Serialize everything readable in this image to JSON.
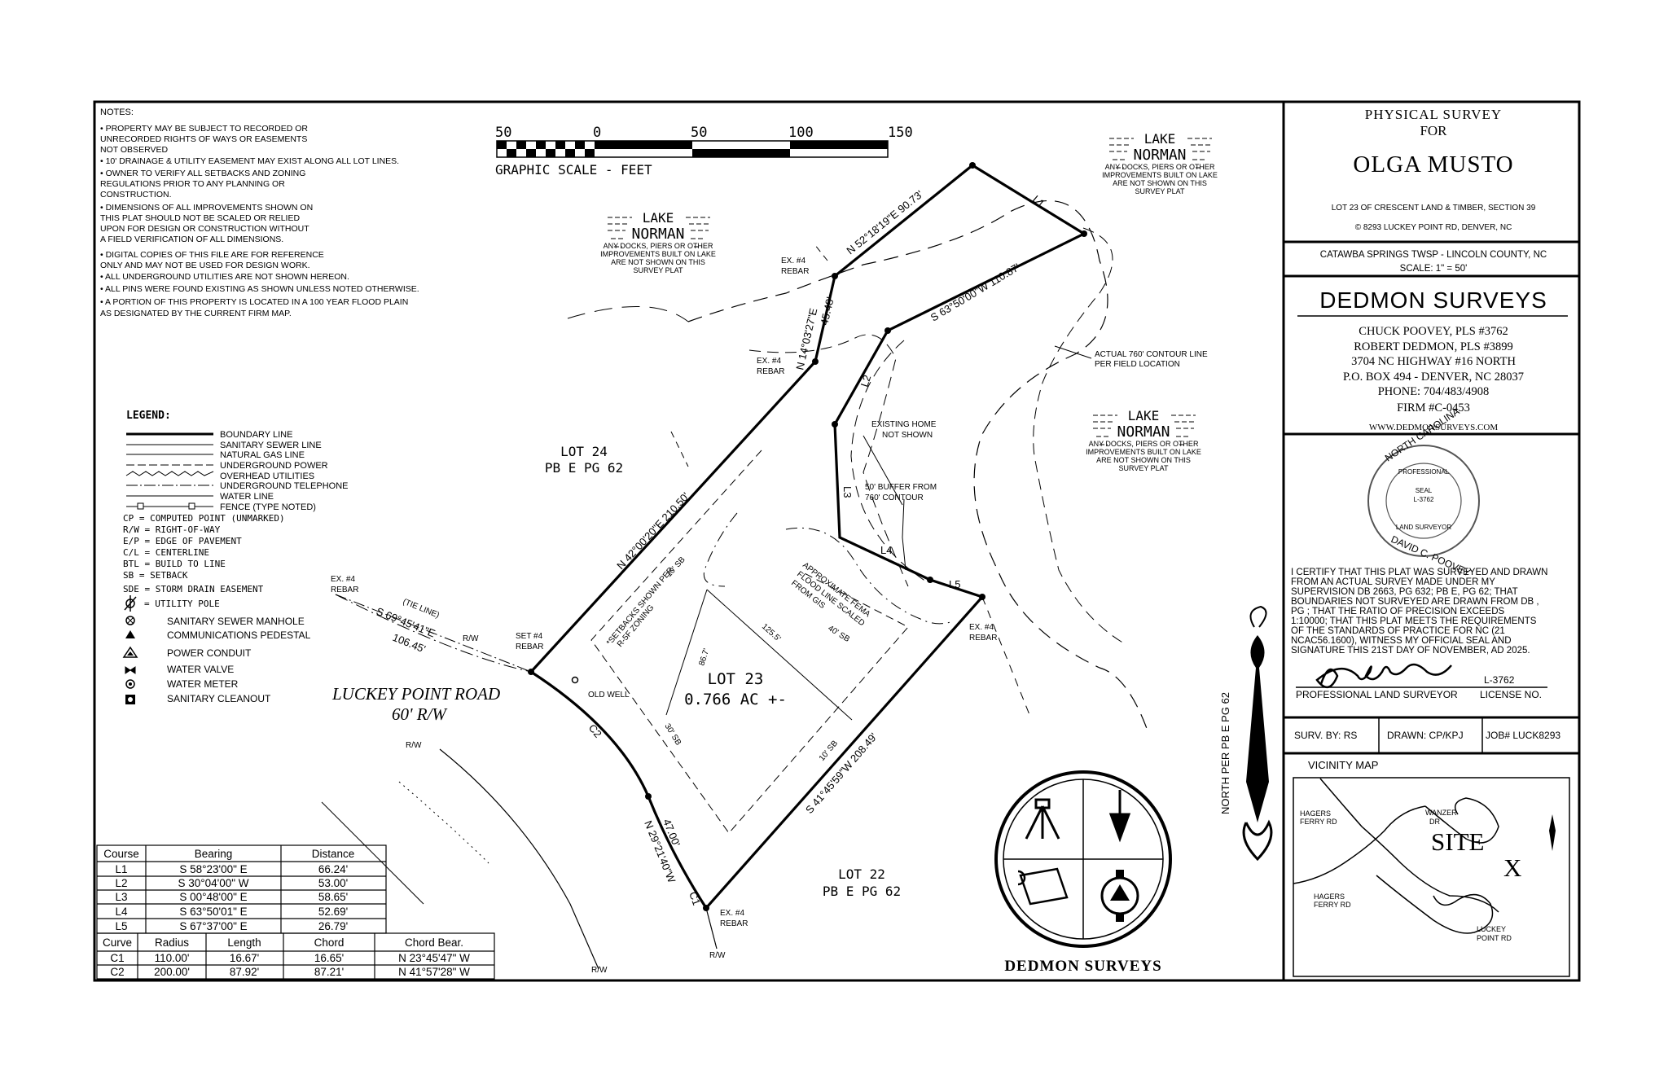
{
  "notes": {
    "heading": "NOTES:",
    "lines": [
      "•  PROPERTY MAY BE SUBJECT TO RECORDED OR",
      "   UNRECORDED RIGHTS OF WAYS OR EASEMENTS",
      "   NOT OBSERVED",
      "•  10' DRAINAGE & UTILITY EASEMENT MAY EXIST ALONG ALL LOT LINES.",
      "•  OWNER TO VERIFY ALL SETBACKS AND ZONING",
      "   REGULATIONS PRIOR TO ANY PLANNING OR",
      "   CONSTRUCTION.",
      "•  DIMENSIONS OF ALL IMPROVEMENTS SHOWN ON",
      "   THIS PLAT SHOULD NOT BE SCALED OR RELIED",
      "   UPON FOR DESIGN OR CONSTRUCTION WITHOUT",
      "   A FIELD VERIFICATION OF ALL DIMENSIONS.",
      "•  DIGITAL COPIES OF THIS FILE ARE FOR REFERENCE",
      "   ONLY AND MAY NOT BE USED FOR DESIGN WORK.",
      "•  ALL UNDERGROUND UTILITIES ARE NOT SHOWN HEREON.",
      "•  ALL PINS WERE FOUND EXISTING AS SHOWN UNLESS NOTED OTHERWISE.",
      "•  A PORTION OF THIS PROPERTY IS LOCATED IN A 100 YEAR FLOOD PLAIN",
      "   AS DESIGNATED BY THE CURRENT FIRM MAP."
    ]
  },
  "scale": {
    "ticks": [
      "50",
      "0",
      "50",
      "100",
      "150"
    ],
    "label": "GRAPHIC SCALE - FEET"
  },
  "legend": {
    "heading": "LEGEND:",
    "lines": [
      "BOUNDARY LINE",
      "SANITARY SEWER LINE",
      "NATURAL GAS LINE",
      "UNDERGROUND POWER",
      "OVERHEAD UTILITIES",
      "UNDERGROUND TELEPHONE",
      "WATER LINE",
      "FENCE (TYPE NOTED)"
    ],
    "abbrevs": [
      "CP  =  COMPUTED POINT (UNMARKED)",
      "R/W =  RIGHT-OF-WAY",
      "E/P =  EDGE OF PAVEMENT",
      "C/L =  CENTERLINE",
      "BTL =  BUILD TO LINE",
      "SB  =  SETBACK",
      "SDE =  STORM DRAIN EASEMENT",
      "=  UTILITY POLE"
    ],
    "symbols": [
      "SANITARY SEWER MANHOLE",
      "COMMUNICATIONS PEDESTAL",
      "POWER CONDUIT",
      "WATER VALVE",
      "WATER METER",
      "SANITARY CLEANOUT"
    ]
  },
  "lake": {
    "title1": "LAKE",
    "title2": "NORMAN",
    "note": [
      "ANY DOCKS, PIERS OR OTHER",
      "IMPROVEMENTS BUILT ON LAKE",
      "ARE NOT SHOWN ON THIS",
      "SURVEY PLAT"
    ]
  },
  "plat": {
    "lot23": "LOT 23",
    "area": "0.766 AC +-",
    "lot24": [
      "LOT 24",
      "PB E PG 62"
    ],
    "lot22": [
      "LOT 22",
      "PB E PG 62"
    ],
    "road": [
      "LUCKEY POINT ROAD",
      "60' R/W"
    ],
    "calls": {
      "n52": "N 52°18'19\"E 90.73'",
      "s63": "S 63°50'00\"W 110.87'",
      "n14": "N 14°03'27\"E",
      "d4548": "45.48'",
      "n42": "N 42°00'20\"E 210.50'",
      "s41": "S 41°45'59\"W 208.49'",
      "n29": "N 29°21'40\"W",
      "d47": "47.00'",
      "tieline": "(TIE LINE)",
      "s69": "S 69°45'41\"E",
      "d106": "106.45'",
      "l1": "L1",
      "l2": "L2",
      "l3": "L3",
      "l4": "L4",
      "l5": "L5",
      "c1": "C1",
      "c2": "C2"
    },
    "labels": {
      "exrebar": "EX. #4",
      "rebar": "REBAR",
      "setrebar": "SET #4",
      "oldwell": "OLD WELL",
      "rw": "R/W",
      "existhome": [
        "EXISTING HOME",
        "NOT SHOWN"
      ],
      "buffer": [
        "50' BUFFER FROM",
        "760' CONTOUR"
      ],
      "contour": [
        "ACTUAL 760' CONTOUR LINE",
        "PER FIELD LOCATION"
      ],
      "fema": [
        "APPROXIMATE FEMA",
        "FLOOD LINE SCALED",
        "FROM GIS"
      ],
      "setbacks": [
        "*SETBACKS SHOWN PER",
        "R-5F ZONING"
      ],
      "sb10a": "10' SB",
      "sb10b": "10' SB",
      "sb40": "40' SB",
      "sb30": "30' SB",
      "d867": "86.7'",
      "d1255": "125.5'",
      "north": "NORTH PER PB E PG 62"
    }
  },
  "tables": {
    "lines": {
      "headers": [
        "Course",
        "Bearing",
        "Distance"
      ],
      "rows": [
        [
          "L1",
          "S 58°23'00\" E",
          "66.24'"
        ],
        [
          "L2",
          "S 30°04'00\" W",
          "53.00'"
        ],
        [
          "L3",
          "S 00°48'00\" E",
          "58.65'"
        ],
        [
          "L4",
          "S 63°50'01\" E",
          "52.69'"
        ],
        [
          "L5",
          "S 67°37'00\" E",
          "26.79'"
        ]
      ]
    },
    "curves": {
      "headers": [
        "Curve",
        "Radius",
        "Length",
        "Chord",
        "Chord Bear."
      ],
      "rows": [
        [
          "C1",
          "110.00'",
          "16.67'",
          "16.65'",
          "N 23°45'47\" W"
        ],
        [
          "C2",
          "200.00'",
          "87.92'",
          "87.21'",
          "N 41°57'28\" W"
        ]
      ]
    }
  },
  "title_block": {
    "physical": "PHYSICAL SURVEY",
    "for": "FOR",
    "owner": "OLGA MUSTO",
    "lot": "LOT 23 OF CRESCENT LAND & TIMBER, SECTION 39",
    "address": "© 8293 LUCKEY POINT RD, DENVER, NC",
    "township": "CATAWBA SPRINGS TWSP - LINCOLN COUNTY, NC",
    "scale": "SCALE: 1\" = 50'",
    "company": "DEDMON SURVEYS",
    "contact": [
      "CHUCK POOVEY, PLS #3762",
      "ROBERT DEDMON, PLS #3899",
      "3704 NC HIGHWAY #16 NORTH",
      "P.O. BOX 494 - DENVER, NC 28037",
      "PHONE: 704/483/4908",
      "FIRM #C-0453"
    ],
    "website": "WWW.DEDMONSURVEYS.COM",
    "seal": {
      "outer_top": "NORTH CAROLINA",
      "professional": "PROFESSIONAL",
      "seal": "SEAL",
      "number": "L-3762",
      "land": "LAND SURVEYOR",
      "name": "DAVID C. POOVEY"
    },
    "certification": [
      "I CERTIFY THAT THIS PLAT WAS SURVEYED AND DRAWN",
      "FROM AN ACTUAL SURVEY MADE UNDER MY",
      "SUPERVISION DB 2663, PG 632; PB E, PG 62; THAT",
      "BOUNDARIES NOT SURVEYED ARE DRAWN FROM DB ,",
      "PG ; THAT THE RATIO OF PRECISION EXCEEDS",
      "1:10000; THAT THIS PLAT MEETS THE REQUIREMENTS",
      "OF THE STANDARDS OF PRACTICE FOR NC (21",
      "NCAC56.1600), WITNESS MY OFFICIAL SEAL AND",
      "SIGNATURE THIS 21ST DAY OF NOVEMBER, AD 2025."
    ],
    "license_no": "L-3762",
    "surveyor_label": "PROFESSIONAL LAND SURVEYOR",
    "license_label": "LICENSE NO.",
    "surv_by": "SURV. BY: RS",
    "drawn": "DRAWN: CP/KPJ",
    "job": "JOB# LUCK8293"
  },
  "vicinity": {
    "title": "VICINITY MAP",
    "hagers1": [
      "HAGERS",
      "FERRY RD"
    ],
    "hagers2": [
      "HAGERS",
      "FERRY RD"
    ],
    "wanzer": [
      "WANZER",
      "DR"
    ],
    "site": "SITE",
    "x": "X",
    "luckey": [
      "LUCKEY",
      "POINT RD"
    ]
  },
  "logo": {
    "name": "DEDMON SURVEYS"
  }
}
